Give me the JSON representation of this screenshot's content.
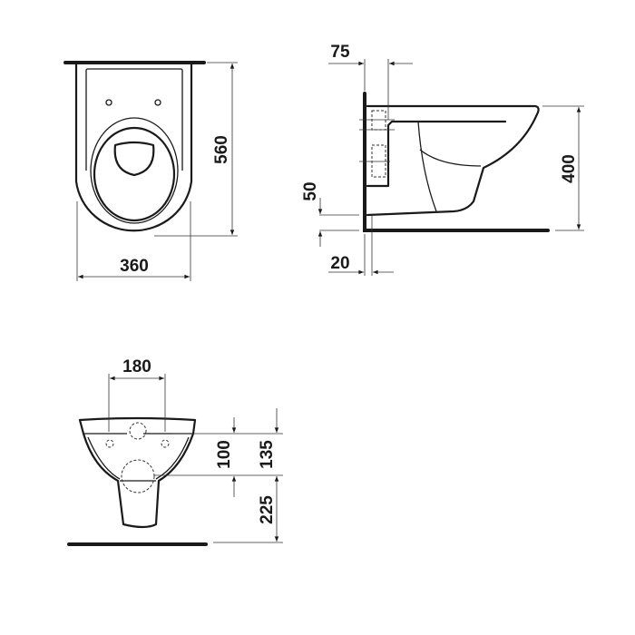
{
  "top_view": {
    "width_label": "360",
    "depth_label": "560"
  },
  "side_view": {
    "wall_offset_label": "75",
    "height_label": "400",
    "floor_gap_label": "50",
    "wall_gap_label": "20"
  },
  "front_view": {
    "fixing_spacing_label": "180",
    "fixing_height_label": "100",
    "outlet_height_label": "135",
    "outlet_floor_label": "225"
  }
}
